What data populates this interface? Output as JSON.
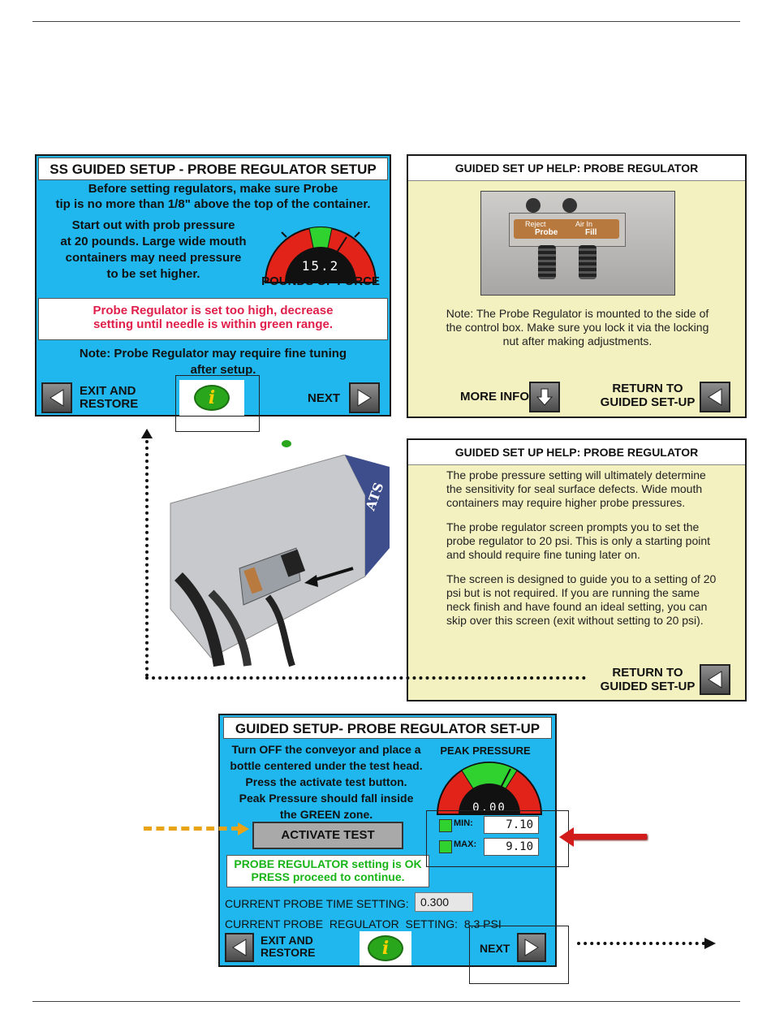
{
  "screen1": {
    "title": "SS GUIDED SETUP - PROBE REGULATOR SETUP",
    "intro_line1": "Before setting regulators, make sure Probe",
    "intro_line2": "tip is no more than 1/8\" above the top of the container.",
    "start_lines": [
      "Start out with prob pressure",
      "at 20 pounds. Large wide mouth",
      "containers may need pressure",
      "to be set higher."
    ],
    "gauge_value": "15.2",
    "gauge_label": "POUNDS OF FORCE",
    "warning_line1": "Probe Regulator is set too high, decrease",
    "warning_line2": "setting until needle is within green range.",
    "note_line1": "Note: Probe Regulator may require fine tuning",
    "note_line2": "after setup.",
    "exit_line1": "EXIT AND",
    "exit_line2": "RESTORE",
    "info_glyph": "i",
    "next_label": "NEXT"
  },
  "help1": {
    "title": "GUIDED SET UP HELP: PROBE REGULATOR",
    "photo_labels": [
      "Reject",
      "Air In",
      "Probe",
      "Fill"
    ],
    "note_lines": [
      "Note: The Probe Regulator is mounted to the side of",
      "the control box. Make sure you lock it via the locking",
      "nut after making adjustments."
    ],
    "more_info": "MORE INFO",
    "return_line1": "RETURN TO",
    "return_line2": "GUIDED SET-UP"
  },
  "help2": {
    "title": "GUIDED SET UP HELP: PROBE REGULATOR",
    "para1": [
      "The probe pressure setting will ultimately determine",
      "the sensitivity for seal surface defects. Wide mouth",
      "containers may require higher probe pressures."
    ],
    "para2": [
      "The probe regulator screen prompts you to set the",
      "probe regulator to 20 psi. This is only a starting point",
      "and should require fine tuning later on."
    ],
    "para3": [
      "The screen is designed to guide you to a setting of 20",
      "psi but is not required. If you are running the same",
      "neck finish and have found an ideal setting, you can",
      "skip over this screen (exit without setting to 20 psi)."
    ],
    "return_line1": "RETURN TO",
    "return_line2": "GUIDED SET-UP"
  },
  "screen3": {
    "title": "GUIDED SETUP- PROBE REGULATOR SET-UP",
    "instructions": [
      "Turn OFF the conveyor and place a",
      "bottle centered under the test head.",
      "Press the activate test button.",
      "Peak Pressure should fall inside",
      "the GREEN zone."
    ],
    "peak_label": "PEAK PRESSURE",
    "gauge_value": "0.00",
    "activate_label": "ACTIVATE TEST",
    "min_label": "MIN:",
    "min_value": "7.10",
    "max_label": "MAX:",
    "max_value": "9.10",
    "ok_line1": "PROBE REGULATOR setting is OK",
    "ok_line2": "PRESS proceed to continue.",
    "time_label": "CURRENT PROBE  TIME SETTING:",
    "time_value": "0.300",
    "reg_label": "CURRENT PROBE  REGULATOR  SETTING:  8.3 PSI",
    "exit_line1": "EXIT AND",
    "exit_line2": "RESTORE",
    "info_glyph": "i",
    "next_label": "NEXT"
  },
  "photo_box_label": "ATS",
  "colors": {
    "screen_blue": "#1fb7ee",
    "help_yellow": "#f3f1c0",
    "warning_red": "#e01e4a",
    "ok_green": "#18b418",
    "gauge_red": "#e2231a",
    "gauge_green": "#2fd22f"
  }
}
